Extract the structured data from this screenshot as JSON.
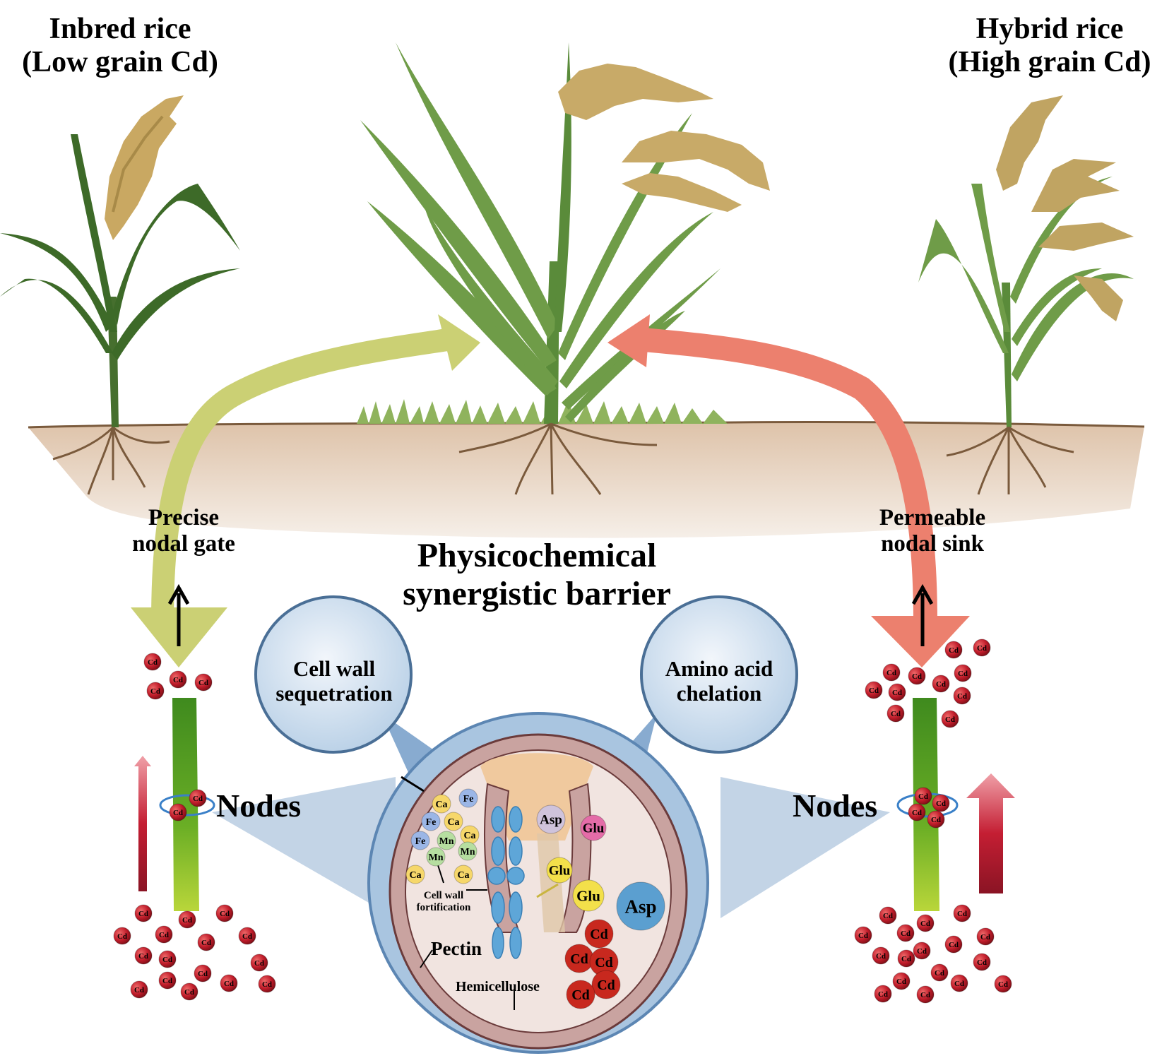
{
  "left_plant": {
    "title_line1": "Inbred rice",
    "title_line2": "(Low grain Cd)",
    "gate_line1": "Precise",
    "gate_line2": "nodal gate",
    "arrow_color": "#cbd074"
  },
  "right_plant": {
    "title_line1": "Hybrid rice",
    "title_line2": "(High grain Cd)",
    "sink_line1": "Permeable",
    "sink_line2": "nodal sink",
    "arrow_color": "#ec806e"
  },
  "center": {
    "title_line1": "Physicochemical",
    "title_line2": "synergistic barrier"
  },
  "bubbles": {
    "left_line1": "Cell wall",
    "left_line2": "sequetration",
    "right_line1": "Amino acid",
    "right_line2": "chelation"
  },
  "nodes_label": "Nodes",
  "cd_label": "Cd",
  "cell": {
    "minerals": [
      "Ca",
      "Fe",
      "Fe",
      "Ca",
      "Ca",
      "Fe",
      "Mn",
      "Mn",
      "Mn",
      "Ca",
      "Ca"
    ],
    "fortification_line1": "Cell wall",
    "fortification_line2": "fortification",
    "pectin": "Pectin",
    "hemicellulose": "Hemicellulose",
    "amino_acids": [
      "Asp",
      "Glu",
      "Glu",
      "Glu",
      "Asp"
    ],
    "cd_count": 5
  },
  "colors": {
    "cd": "#c0202e",
    "ca": "#f6d76a",
    "fe": "#9bb6e6",
    "mn": "#b6dea0",
    "bubble": "#cfdff0",
    "cell_outer": "#9dbcdb",
    "cell_wall": "#c9a3a0"
  }
}
